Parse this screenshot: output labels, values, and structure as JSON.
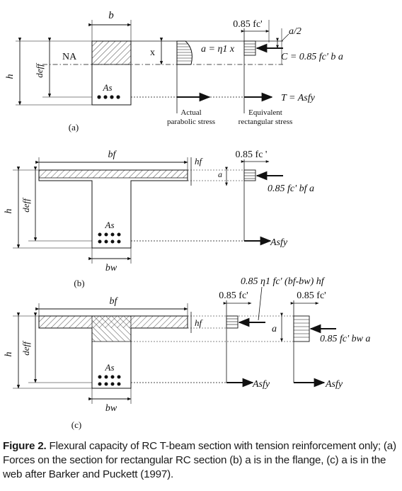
{
  "caption": {
    "label": "Figure 2.",
    "text": "Flexural capacity of RC T-beam section with tension reinforcement only; (a) Forces on the section for rectangular RC section (b) a is in the flange, (c) a is in the web after Barker and Puckett (1997)."
  },
  "panel_a": {
    "tag": "(a)",
    "b": "b",
    "NA": "NA",
    "h": "h",
    "deff": "deff",
    "x": "x",
    "As": "As",
    "a_eq": "a = η1 x",
    "fc": "0.85 fc'",
    "a_half": "a/2",
    "C": "C = 0.85 fc' b a",
    "T": "T = Asfy",
    "actual": [
      "Actual",
      "parabolic stress"
    ],
    "equiv": [
      "Equivalent",
      "rectangular stress"
    ]
  },
  "panel_b": {
    "tag": "(b)",
    "bf": "bf",
    "hf": "hf",
    "fc": "0.85 fc '",
    "a": "a",
    "force": "0.85 fc' bf a",
    "h": "h",
    "deff": "deff",
    "As": "As",
    "Asfy": "Asfy",
    "bw": "bw"
  },
  "panel_c": {
    "tag": "(c)",
    "bf": "bf",
    "hf": "hf",
    "fc1": "0.85 fc'",
    "fc2": "0.85 fc'",
    "force_flange": "0.85 η1 fc' (bf-bw) hf",
    "a": "a",
    "force_web": "0.85 fc' bw a",
    "h": "h",
    "deff": "deff",
    "As": "As",
    "Asfy1": "Asfy",
    "Asfy2": "Asfy",
    "bw": "bw"
  }
}
